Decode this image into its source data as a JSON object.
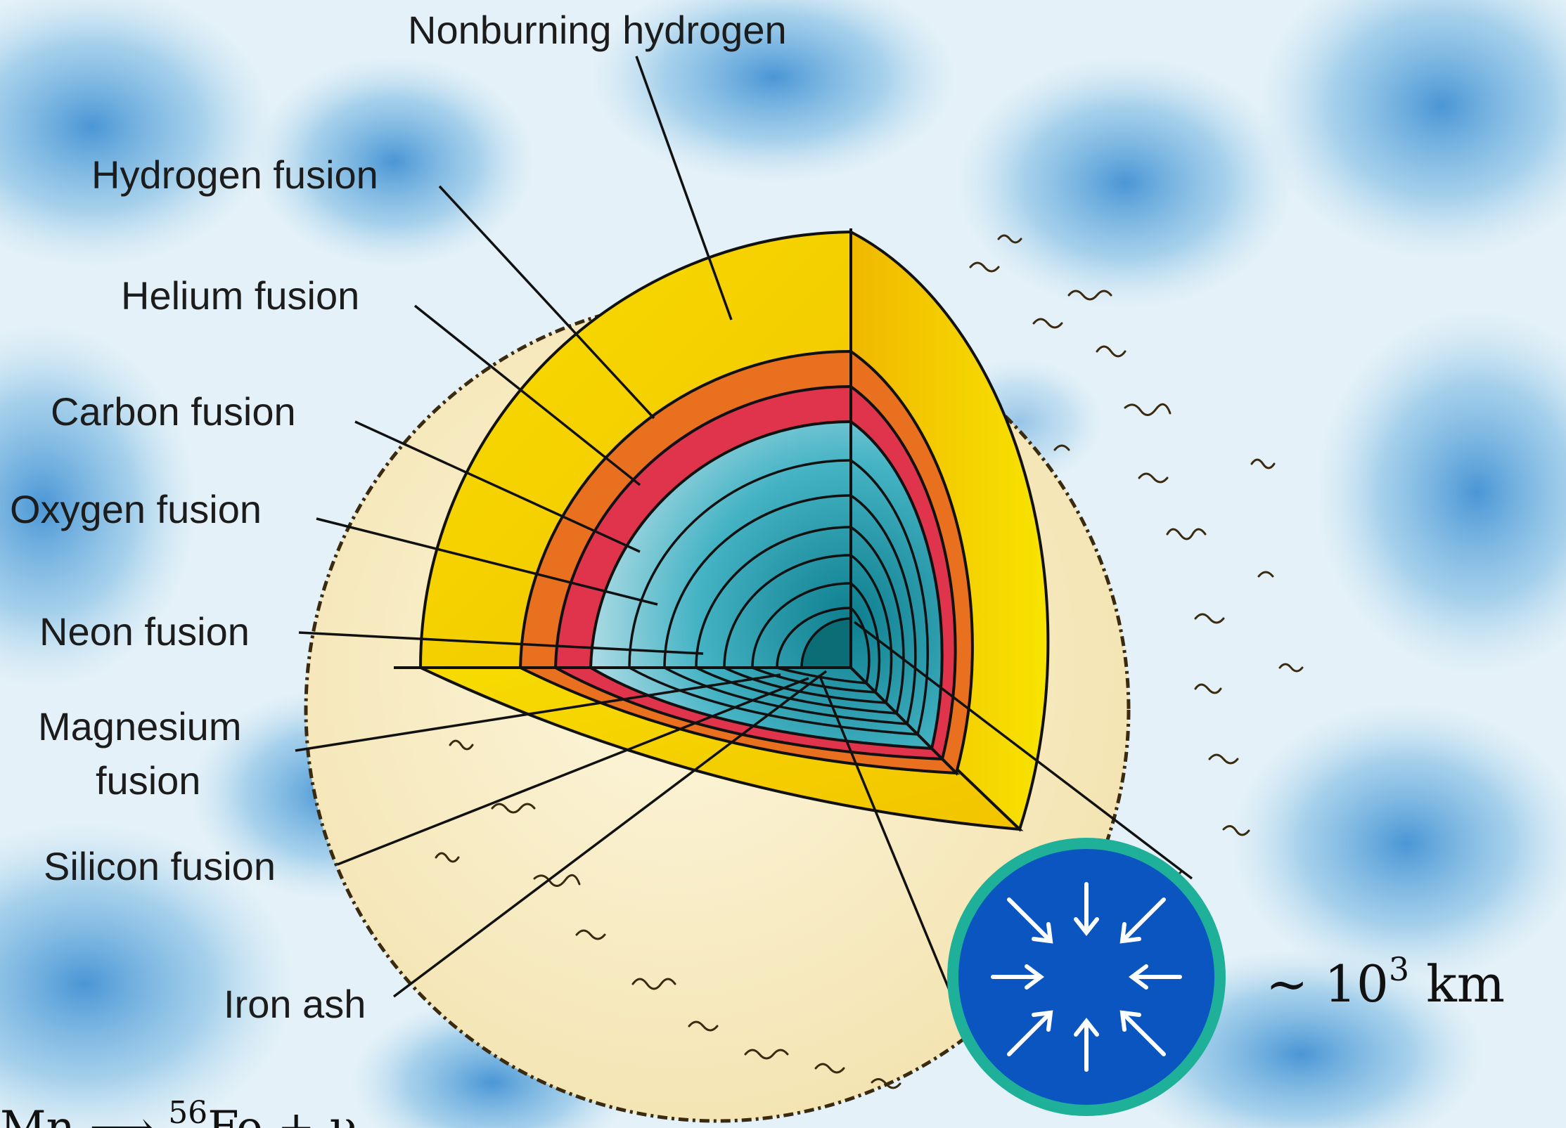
{
  "labels": {
    "nonburning_hydrogen": "Nonburning hydrogen",
    "hydrogen_fusion": "Hydrogen fusion",
    "helium_fusion": "Helium fusion",
    "carbon_fusion": "Carbon fusion",
    "oxygen_fusion": "Oxygen fusion",
    "neon_fusion": "Neon fusion",
    "magnesium_fusion_line1": "Magnesium",
    "magnesium_fusion_line2": "fusion",
    "silicon_fusion": "Silicon fusion",
    "iron_ash": "Iron ash"
  },
  "core_inset": {
    "size_prefix": "∼ 10",
    "size_exponent": "3",
    "size_unit": "km"
  },
  "equation": {
    "text": "Mn ⟶ ",
    "superscript": "56",
    "rest": "Fe + ν"
  },
  "colors": {
    "background_light": "#e8f3f9",
    "background_blue": "#3b8fd0",
    "star_surface": "#f8ecc6",
    "hydrogen_envelope": "#f5d800",
    "hydrogen_shell": "#e8701e",
    "helium_shell": "#e0344c",
    "inner_layers": "#3aa8b8",
    "core_fill": "#0a55c0",
    "core_ring": "#1fb09a"
  },
  "icons": {
    "arrow": "inward-arrow-icon"
  }
}
